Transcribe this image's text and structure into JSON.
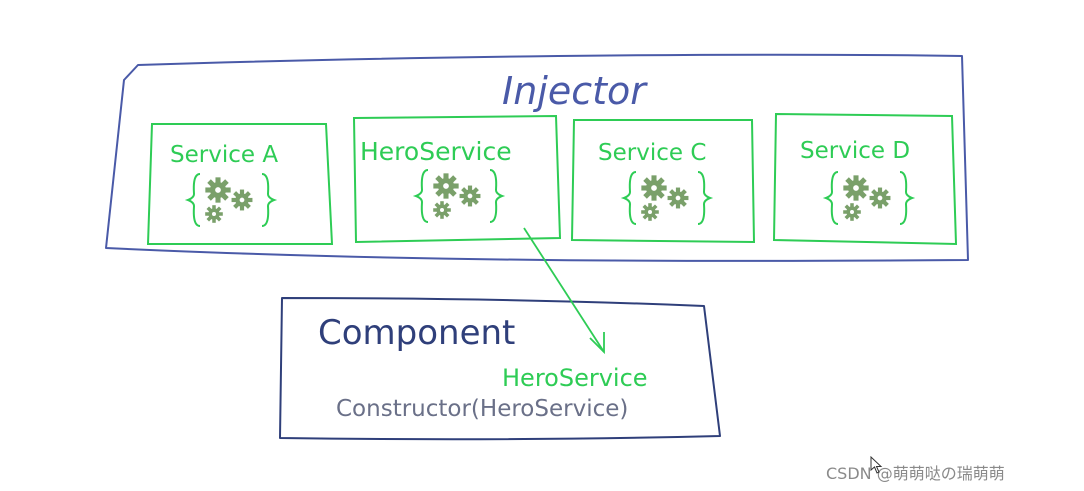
{
  "injector": {
    "label": "Injector"
  },
  "services": [
    {
      "label": "Service A",
      "icon": "gears-icon"
    },
    {
      "label": "HeroService",
      "icon": "gears-icon"
    },
    {
      "label": "Service C",
      "icon": "gears-icon"
    },
    {
      "label": "Service D",
      "icon": "gears-icon"
    }
  ],
  "component": {
    "title": "Component",
    "injected_label": "HeroService",
    "constructor_label": "Constructor(HeroService)"
  },
  "watermark": {
    "text": "CSDN @萌萌哒の瑞萌萌"
  },
  "colors": {
    "injector_blue": "#4a5aa8",
    "component_blue": "#2f3f7a",
    "service_green": "#2ecc55",
    "gear_green": "#7aa06a",
    "constructor_gray": "#6a7088"
  }
}
